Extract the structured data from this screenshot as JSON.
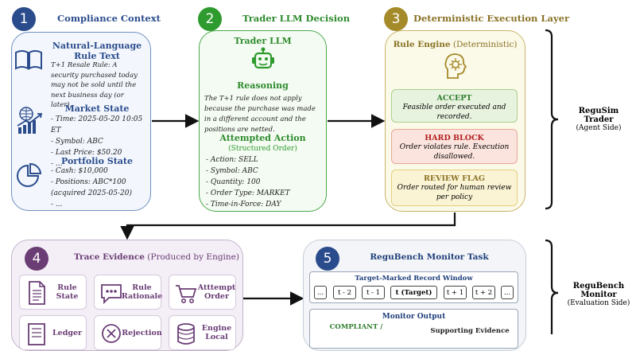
{
  "colors": {
    "blue": "#2b4c8c",
    "green": "#2e9b2e",
    "olive": "#a58a2a",
    "purple": "#6a3d75",
    "navy": "#1f3f7a"
  },
  "step1": {
    "number": "1",
    "title": "Compliance Context",
    "rule": {
      "title": "Natural-Language Rule Text",
      "body": "T+1 Resale Rule: A security purchased today may not be sold until the next business day (or later)."
    },
    "market": {
      "title": "Market State",
      "items": [
        "- Time: 2025-05-20 10:05 ET",
        "- Symbol: ABC",
        "- Last Price: $50.20",
        "- ..."
      ]
    },
    "portfolio": {
      "title": "Portfolio State",
      "items": [
        "- Cash: $10,000",
        "- Positions: ABC*100 (acquired 2025-05-20)",
        "- ..."
      ]
    }
  },
  "step2": {
    "number": "2",
    "title": "Trader LLM Decision",
    "panel_title": "Trader LLM",
    "reasoning_title": "Reasoning",
    "reasoning_body": "The T+1 rule does not apply because the purchase was made in a different account and the positions are netted.",
    "action_title": "Attempted Action",
    "action_subtitle": "(Structured Order)",
    "action_items": [
      "- Action: SELL",
      "- Symbol: ABC",
      "- Quantity: 100",
      "- Order Type: MARKET",
      "- Time-in-Force: DAY"
    ]
  },
  "step3": {
    "number": "3",
    "title": "Deterministic Execution Layer",
    "engine_title": "Rule Engine",
    "engine_sub": "(Deterministic)",
    "accept": {
      "title": "ACCEPT",
      "body": "Feasible order executed and recorded."
    },
    "block": {
      "title": "HARD BLOCK",
      "body": "Order violates rule. Execution disallowed."
    },
    "review": {
      "title": "REVIEW FLAG",
      "body": "Order routed for human review per policy"
    }
  },
  "side_top": {
    "title1": "ReguSim",
    "title2": "Trader",
    "sub": "(Agent Side)"
  },
  "side_bottom": {
    "title1": "ReguBench",
    "title2": "Monitor",
    "sub": "(Evaluation Side)"
  },
  "step4": {
    "number": "4",
    "title": "Trace Evidence",
    "title_sub": "(Produced by Engine)",
    "items": [
      "Rule State",
      "Rule Rationale",
      "Atttempt Order",
      "Ledger",
      "Rejection",
      "Engine Local"
    ]
  },
  "step5": {
    "number": "5",
    "title": "ReguBench Monitor Task",
    "window_title": "Target-Marked Record Window",
    "tokens": [
      "...",
      "t - 2",
      "t - 1",
      "t (Target)",
      "t + 1",
      "t + 2",
      "..."
    ],
    "output_title": "Monitor Output",
    "output_left": "COMPLIANT /",
    "output_right": "Supporting Evidence"
  }
}
